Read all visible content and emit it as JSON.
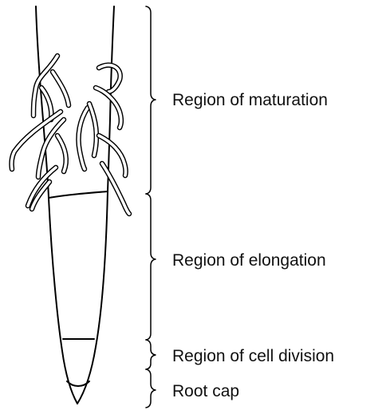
{
  "regions": [
    {
      "key": "maturation",
      "label": "Region of maturation"
    },
    {
      "key": "elongation",
      "label": "Region of elongation"
    },
    {
      "key": "cell_division",
      "label": "Region of cell division"
    },
    {
      "key": "root_cap",
      "label": "Root cap"
    }
  ]
}
